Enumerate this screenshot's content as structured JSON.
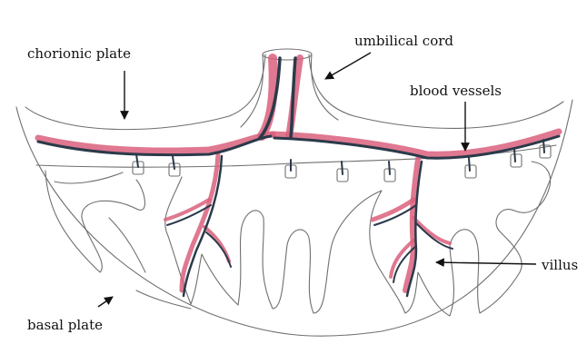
{
  "labels": {
    "chorionic_plate": "chorionic plate",
    "umbilical_cord": "umbilical cord",
    "blood_vessels": "blood vessels",
    "villus": "villus",
    "basal_plate": "basal plate"
  },
  "colors": {
    "vessel_red": "#d9607c",
    "vessel_blue": "#2b3a4a",
    "outline": "#6f6f6f"
  }
}
